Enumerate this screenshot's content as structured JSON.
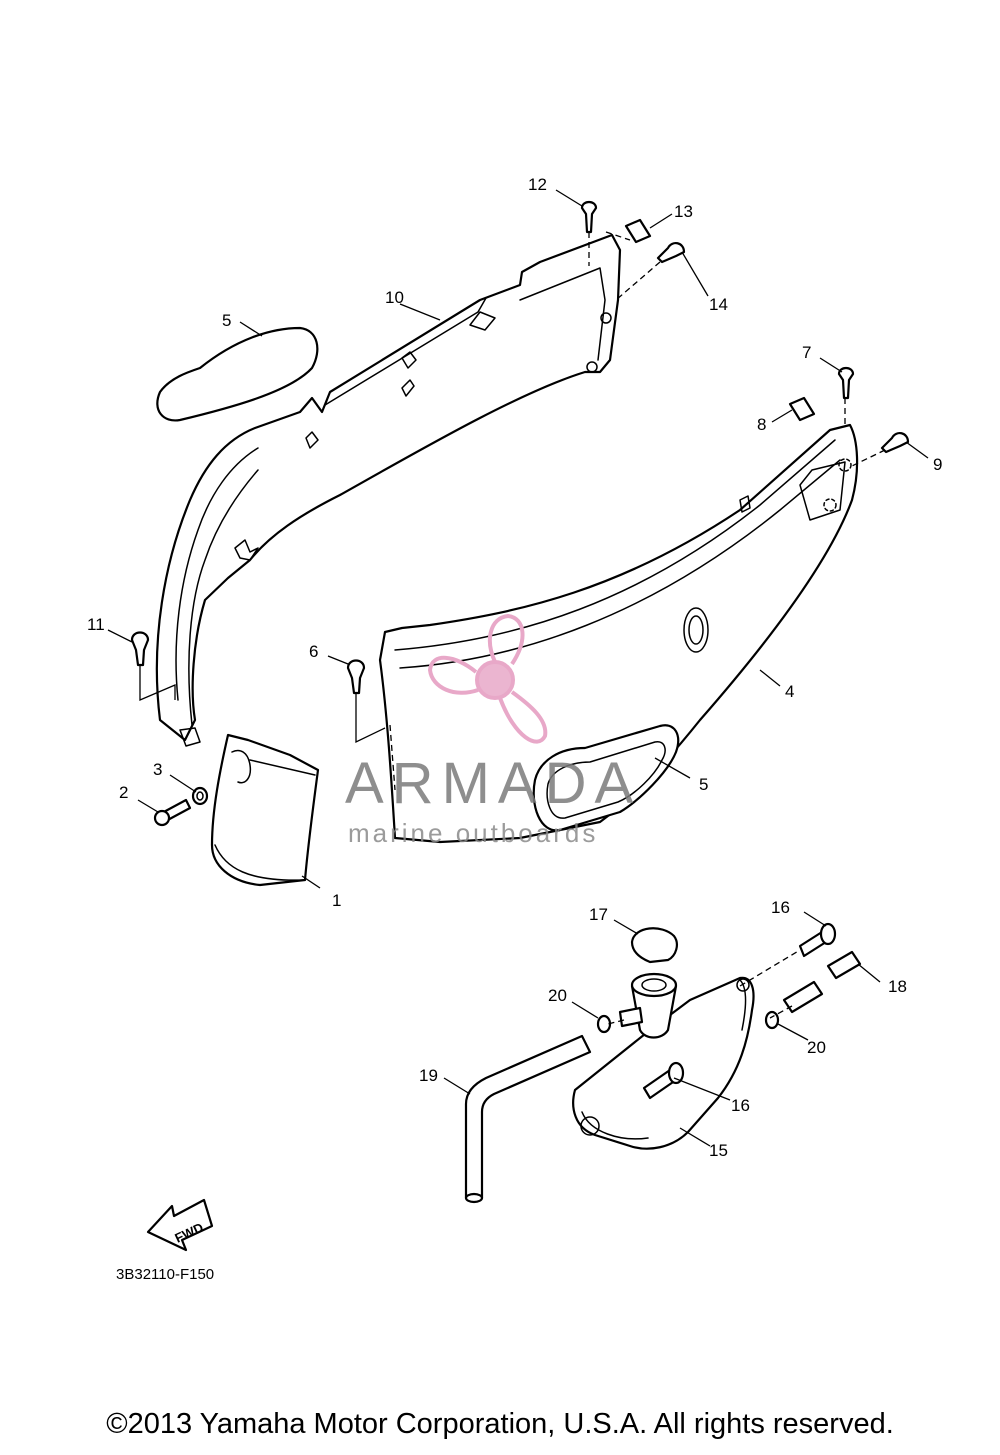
{
  "callouts": {
    "c1": "1",
    "c2": "2",
    "c3": "3",
    "c4": "4",
    "c5a": "5",
    "c5b": "5",
    "c6": "6",
    "c7": "7",
    "c8": "8",
    "c9": "9",
    "c10": "10",
    "c11": "11",
    "c12": "12",
    "c13": "13",
    "c14": "14",
    "c15": "15",
    "c16a": "16",
    "c16b": "16",
    "c17": "17",
    "c18": "18",
    "c19": "19",
    "c20a": "20",
    "c20b": "20"
  },
  "fwd_label": "FWD",
  "diagram_code": "3B32110-F150",
  "watermark": {
    "brand": "ARMADA",
    "tagline": "marine outboards",
    "accent_color": "#e8a8c8",
    "text_color": "#7a7a7a"
  },
  "copyright": "©2013 Yamaha Motor Corporation, U.S.A. All rights reserved."
}
